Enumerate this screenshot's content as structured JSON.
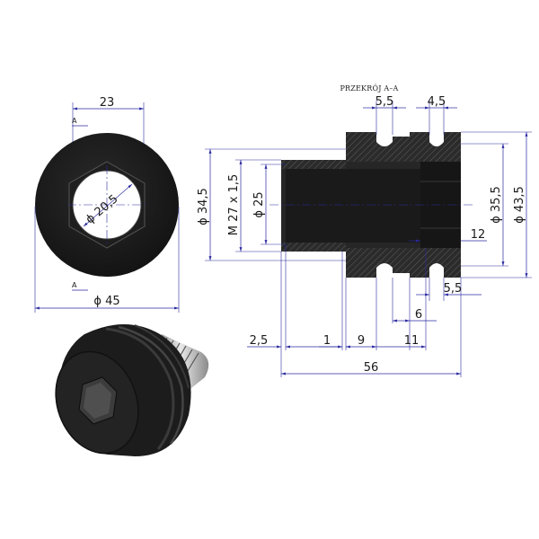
{
  "section_title": "PRZEKRÓJ A–A",
  "section_marker": "A",
  "front_view": {
    "hex_width": "23",
    "bore": "ϕ 20,5",
    "outer": "ϕ 45"
  },
  "section_view": {
    "dia_34_5": "ϕ 34,5",
    "thread": "M 27 x 1,5",
    "dia_25": "ϕ 25",
    "dia_35_5": "ϕ 35,5",
    "dia_43_5": "ϕ 43,5",
    "groove_5_5_top": "5,5",
    "groove_4_5_top": "4,5",
    "hex_depth_12": "12",
    "dim_5_5_bottom": "5,5",
    "dim_6": "6",
    "dim_2_5": "2,5",
    "dim_1": "1",
    "dim_9": "9",
    "dim_11": "11",
    "overall_56": "56"
  },
  "colors": {
    "part": "#1c1c1c",
    "dimension": "#2a2aa0",
    "thread": "#b8b8b8"
  }
}
